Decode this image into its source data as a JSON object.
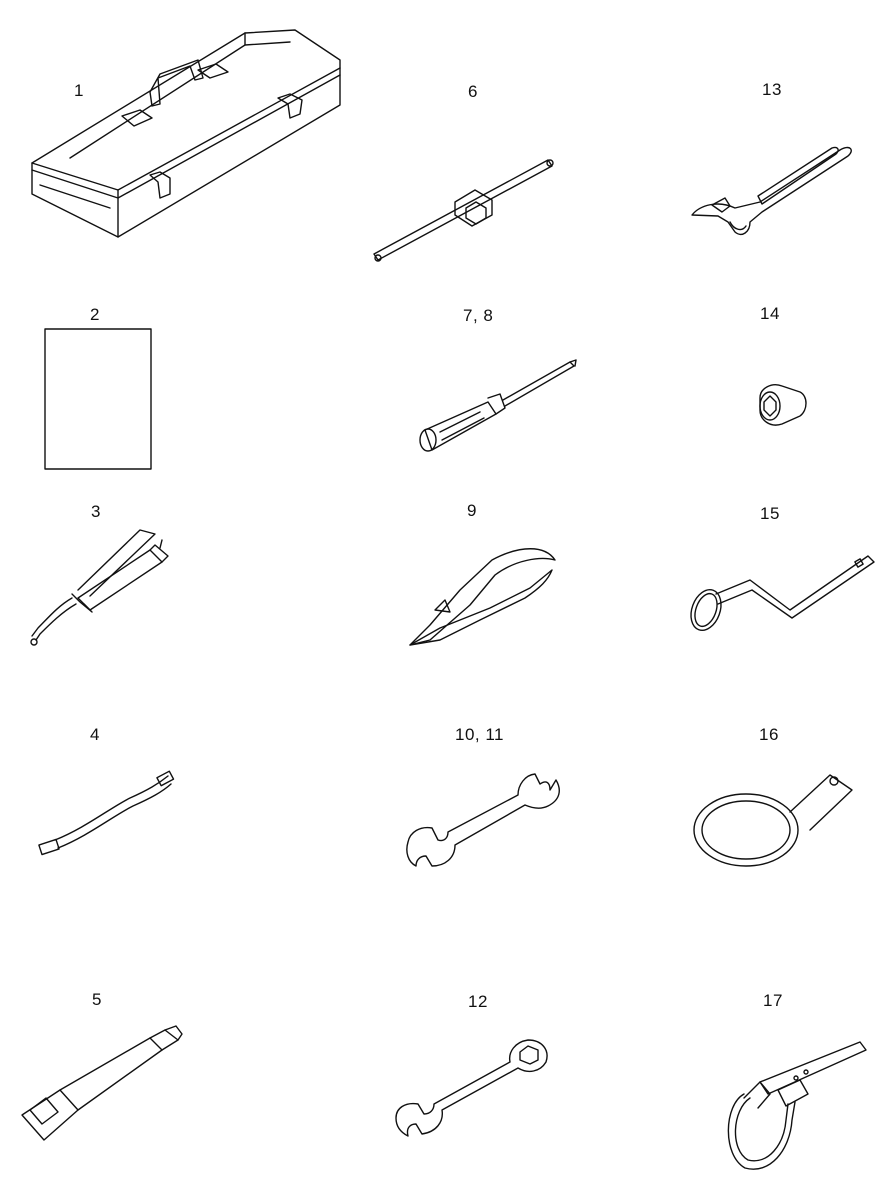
{
  "labels": {
    "n1": "1",
    "n2": "2",
    "n3": "3",
    "n4": "4",
    "n5": "5",
    "n6": "6",
    "n7_8": "7, 8",
    "n9": "9",
    "n10_11": "10, 11",
    "n12": "12",
    "n13": "13",
    "n14": "14",
    "n15": "15",
    "n16": "16",
    "n17": "17"
  },
  "icons": {
    "n1": "toolbox-icon",
    "n2": "manual-icon",
    "n3": "grease-gun-icon",
    "n4": "flex-hose-icon",
    "n5": "socket-extension-icon",
    "n6": "sliding-t-handle-icon",
    "n7_8": "screwdriver-icon",
    "n9": "pliers-icon",
    "n10_11": "open-end-wrench-icon",
    "n12": "combination-wrench-icon",
    "n13": "adjustable-wrench-icon",
    "n14": "socket-icon",
    "n15": "offset-spanner-icon",
    "n16": "ring-spanner-icon",
    "n17": "strap-wrench-icon"
  },
  "colors": {
    "line": "#111111",
    "background": "#ffffff"
  }
}
